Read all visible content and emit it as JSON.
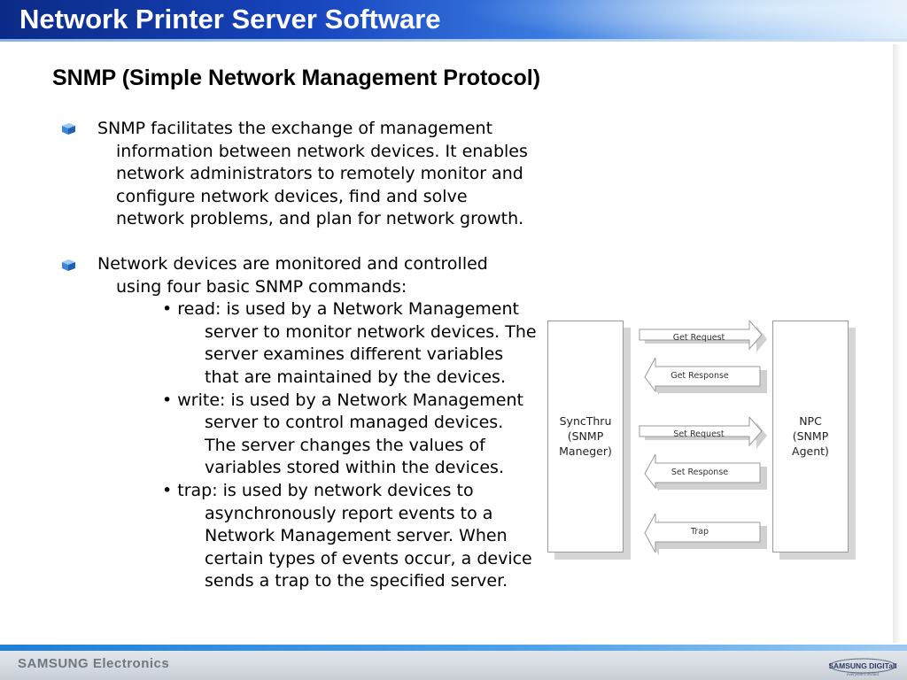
{
  "header": {
    "title": "Network Printer Server Software"
  },
  "subtitle": "SNMP (Simple Network Management Protocol)",
  "bullet1": {
    "lines": [
      "SNMP facilitates the exchange of management",
      "information between network devices. It enables",
      "network administrators to remotely monitor and",
      "configure network devices, find and solve",
      "network problems, and plan for network growth."
    ]
  },
  "bullet2": {
    "lines": [
      "Network devices are monitored and controlled",
      "using four basic SNMP commands:"
    ],
    "read": [
      "• read: is used by a Network Management",
      "server to monitor network devices. The",
      "server examines different variables",
      "that are maintained by the devices."
    ],
    "write": [
      "• write: is used by a Network Management",
      "server to control managed devices.",
      "The server changes the values of",
      "variables stored within the devices."
    ],
    "trap": [
      "• trap: is used by network devices to",
      "asynchronously report events to a",
      "Network Management server. When",
      "certain types of events occur, a device",
      "sends a trap to the specified server."
    ]
  },
  "diagram": {
    "left_box": "SyncThru\n(SNMP\nManeger)",
    "right_box": "NPC\n(SNMP\nAgent)",
    "arrows": {
      "get_request": "Get Request",
      "get_response": "Get Response",
      "set_request": "Set Request",
      "set_response": "Set Response",
      "trap": "Trap"
    }
  },
  "footer": {
    "brand": "SAMSUNG Electronics",
    "logo": "SAMSUNG DIGITall"
  },
  "colors": {
    "header_dark": "#0a2a86",
    "header_light": "#dcecfb",
    "footer_accent": "#1e7fd8"
  }
}
